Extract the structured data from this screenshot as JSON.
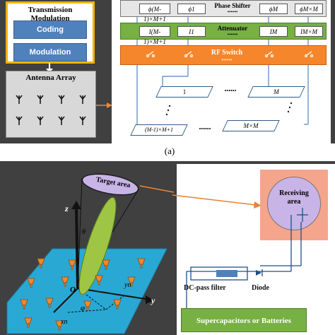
{
  "colors": {
    "dark_background": "#404040",
    "yellow_border": "#f0b400",
    "blue_button": "#4f81bd",
    "green_bar": "#77b043",
    "orange_bar": "#f6862b",
    "arrow_orange": "#e8853a",
    "cyan_plane": "#29a8d4",
    "target_purple": "#c8b4e6",
    "receiving_bg": "#f4a58c"
  },
  "panel_a": {
    "transmission_title": "Transmission Modulation",
    "coding_label": "Coding",
    "modulation_label": "Modulation",
    "antenna_array_title": "Antenna Array",
    "phase_shifter": {
      "title": "Phase Shifter",
      "dots": "••••••",
      "cells": [
        "ϕ(M-1)×M+1",
        "ϕ1",
        "ϕM",
        "ϕM×M"
      ]
    },
    "attenuator": {
      "title": "Attenuator",
      "dots": "••••••",
      "cells": [
        "I(M-1)×M+1",
        "I1",
        "IM",
        "IM×M"
      ]
    },
    "rf_switch": {
      "title": "RF Switch",
      "dots": "••••••"
    },
    "element_plates": {
      "top_left": "1",
      "top_dots": "••••••",
      "top_right": "M",
      "bottom_left": "(M-1)×M+1",
      "bottom_dots": "••••••",
      "bottom_right": "M×M"
    },
    "subfigure_label": "(a)"
  },
  "panel_b": {
    "target_area_label": "Target area",
    "axis_z": "z",
    "axis_y": "y",
    "origin_label": "O",
    "theta_label": "θ",
    "phi_label": "φ",
    "x_label": "xn",
    "y_label": "yn",
    "receiving_area_label": "Receiving area",
    "dc_filter_label": "DC-pass filter",
    "diode_label": "Diode",
    "storage_label": "Supercapacitors or Batteries"
  }
}
